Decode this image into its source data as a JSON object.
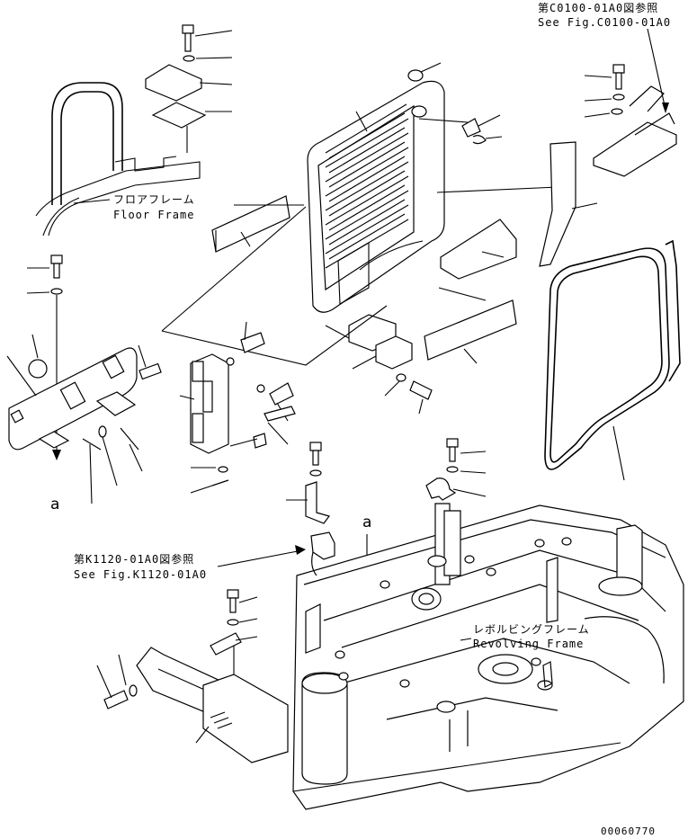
{
  "labels": {
    "ref_c0100_jp": "第C0100-01A0図参照",
    "ref_c0100_en": "See Fig.C0100-01A0",
    "floor_frame_jp": "フロアフレーム",
    "floor_frame_en": "Floor Frame",
    "ref_k1120_jp": "第K1120-01A0図参照",
    "ref_k1120_en": "See Fig.K1120-01A0",
    "revolving_frame_jp": "レボルビングフレーム",
    "revolving_frame_en": "Revolving Frame",
    "marker_a": "a",
    "drawing_number": "00060770"
  }
}
